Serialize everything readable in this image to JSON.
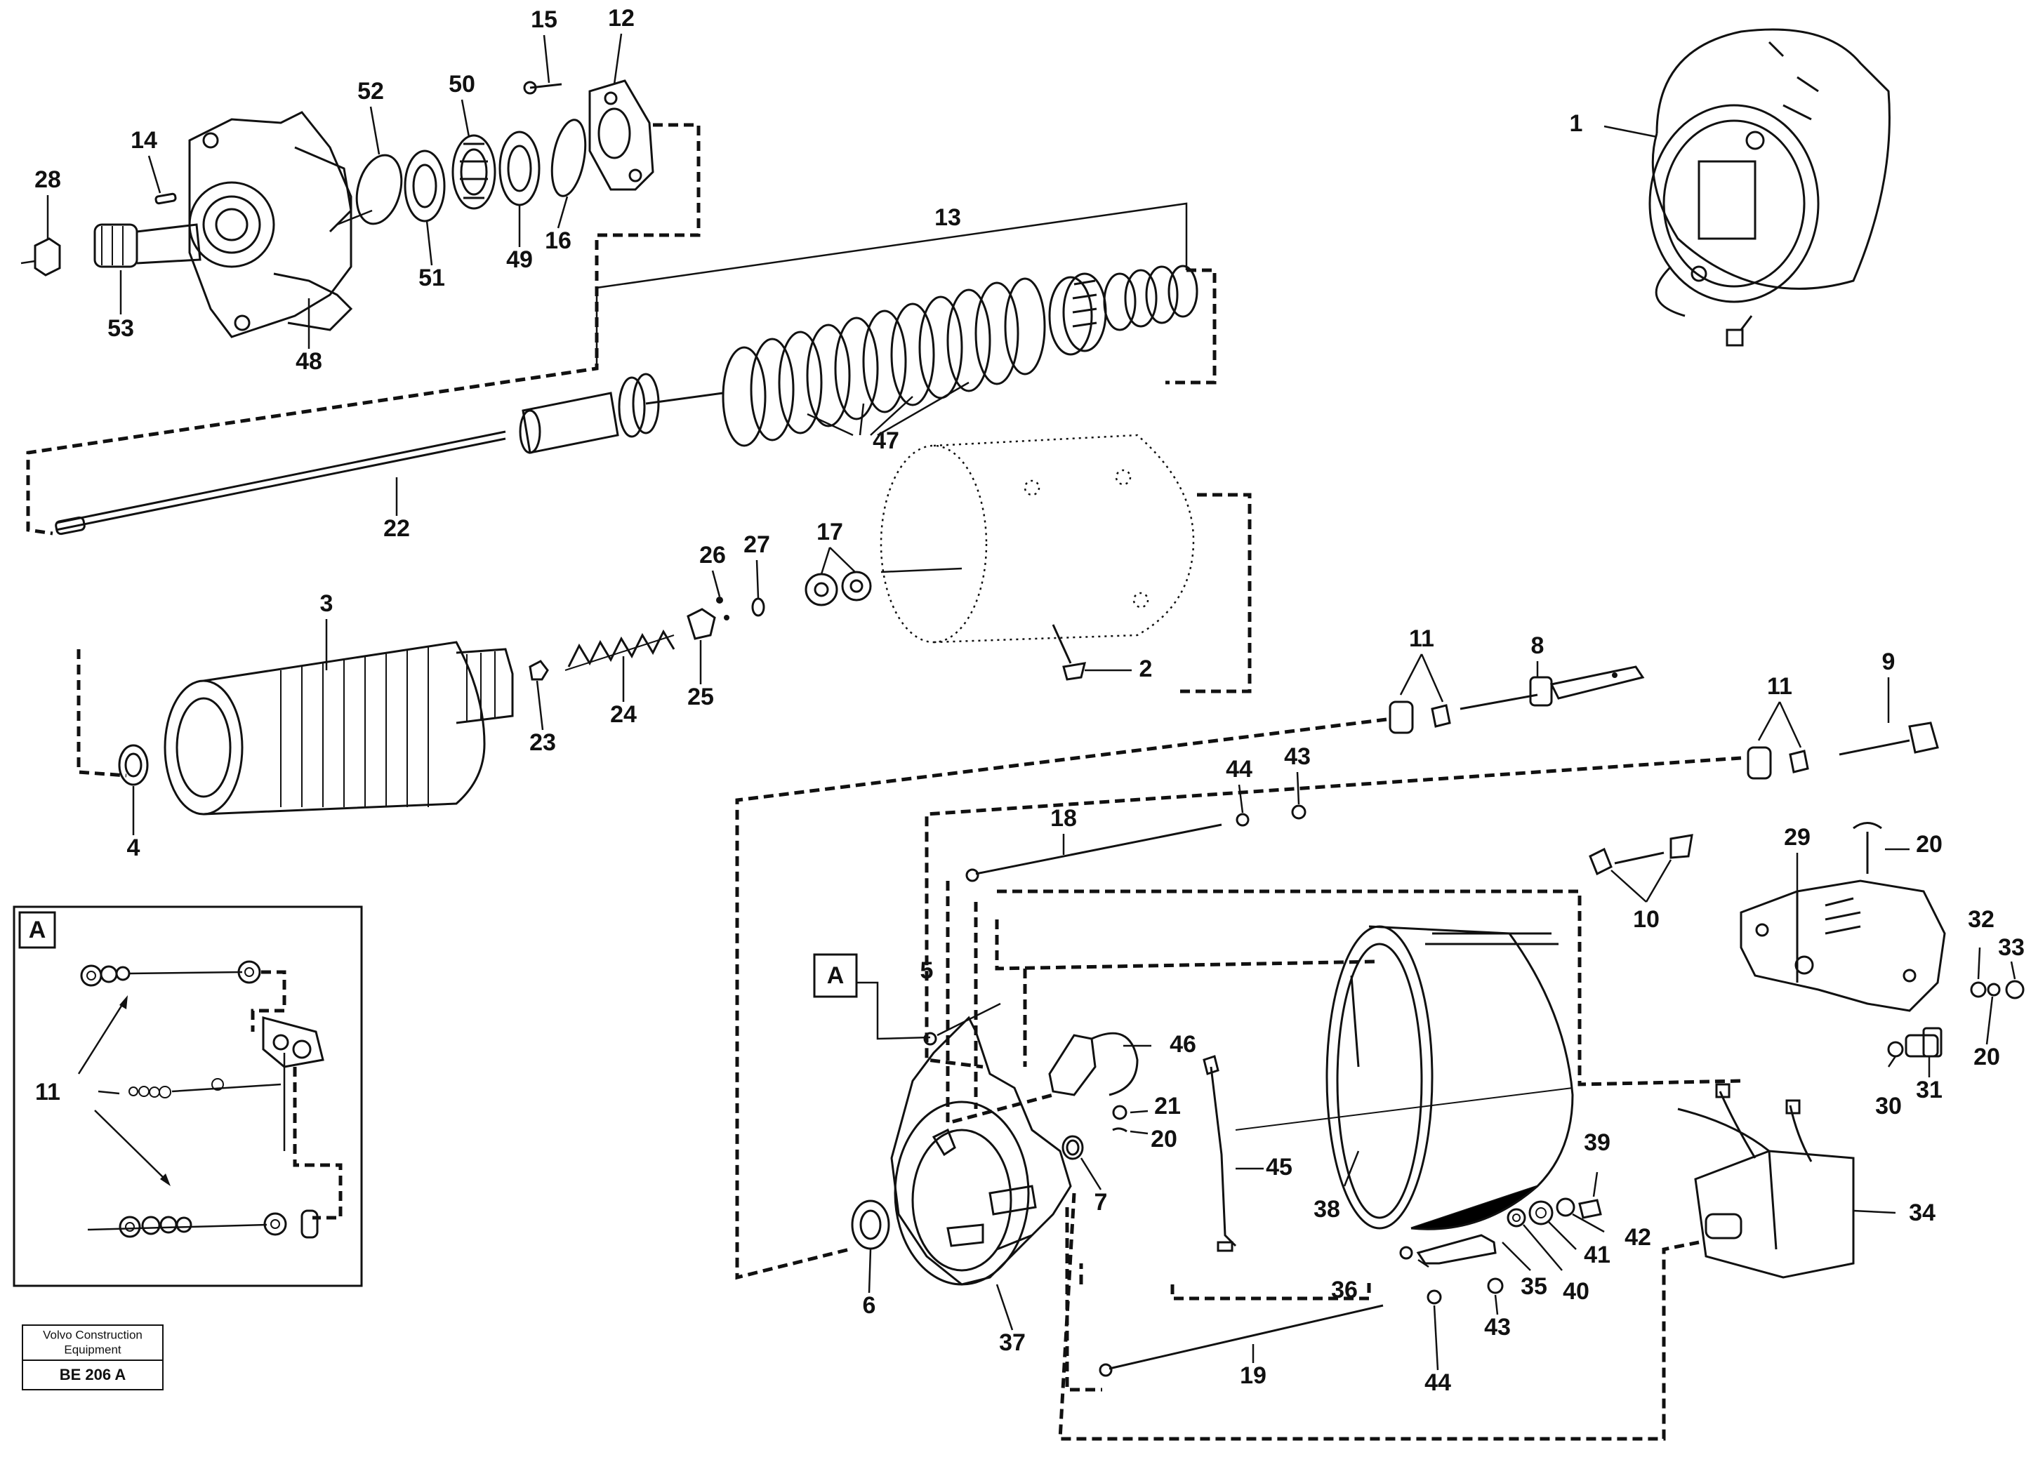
{
  "callouts": {
    "c1": "1",
    "c2": "2",
    "c3": "3",
    "c4": "4",
    "c5": "5",
    "c6": "6",
    "c7": "7",
    "c8": "8",
    "c9": "9",
    "c10": "10",
    "c11a": "11",
    "c11b": "11",
    "c11c": "11",
    "c12": "12",
    "c13": "13",
    "c14": "14",
    "c15": "15",
    "c16": "16",
    "c17": "17",
    "c18": "18",
    "c19": "19",
    "c20a": "20",
    "c20b": "20",
    "c20c": "20",
    "c21": "21",
    "c22": "22",
    "c23": "23",
    "c24": "24",
    "c25": "25",
    "c26": "26",
    "c27": "27",
    "c28": "28",
    "c29": "29",
    "c30": "30",
    "c31": "31",
    "c32": "32",
    "c33": "33",
    "c34": "34",
    "c35": "35",
    "c36": "36",
    "c37": "37",
    "c38": "38",
    "c39": "39",
    "c40": "40",
    "c41": "41",
    "c42": "42",
    "c43a": "43",
    "c43b": "43",
    "c44a": "44",
    "c44b": "44",
    "c45": "45",
    "c46": "46",
    "c47": "47",
    "c48": "48",
    "c49": "49",
    "c50": "50",
    "c51": "51",
    "c52": "52",
    "c53": "53"
  },
  "detail_views": {
    "inset_tag": "A",
    "main_tag": "A"
  },
  "title_block": {
    "line1": "Volvo Construction",
    "line2": "Equipment",
    "code": "BE 206 A"
  }
}
